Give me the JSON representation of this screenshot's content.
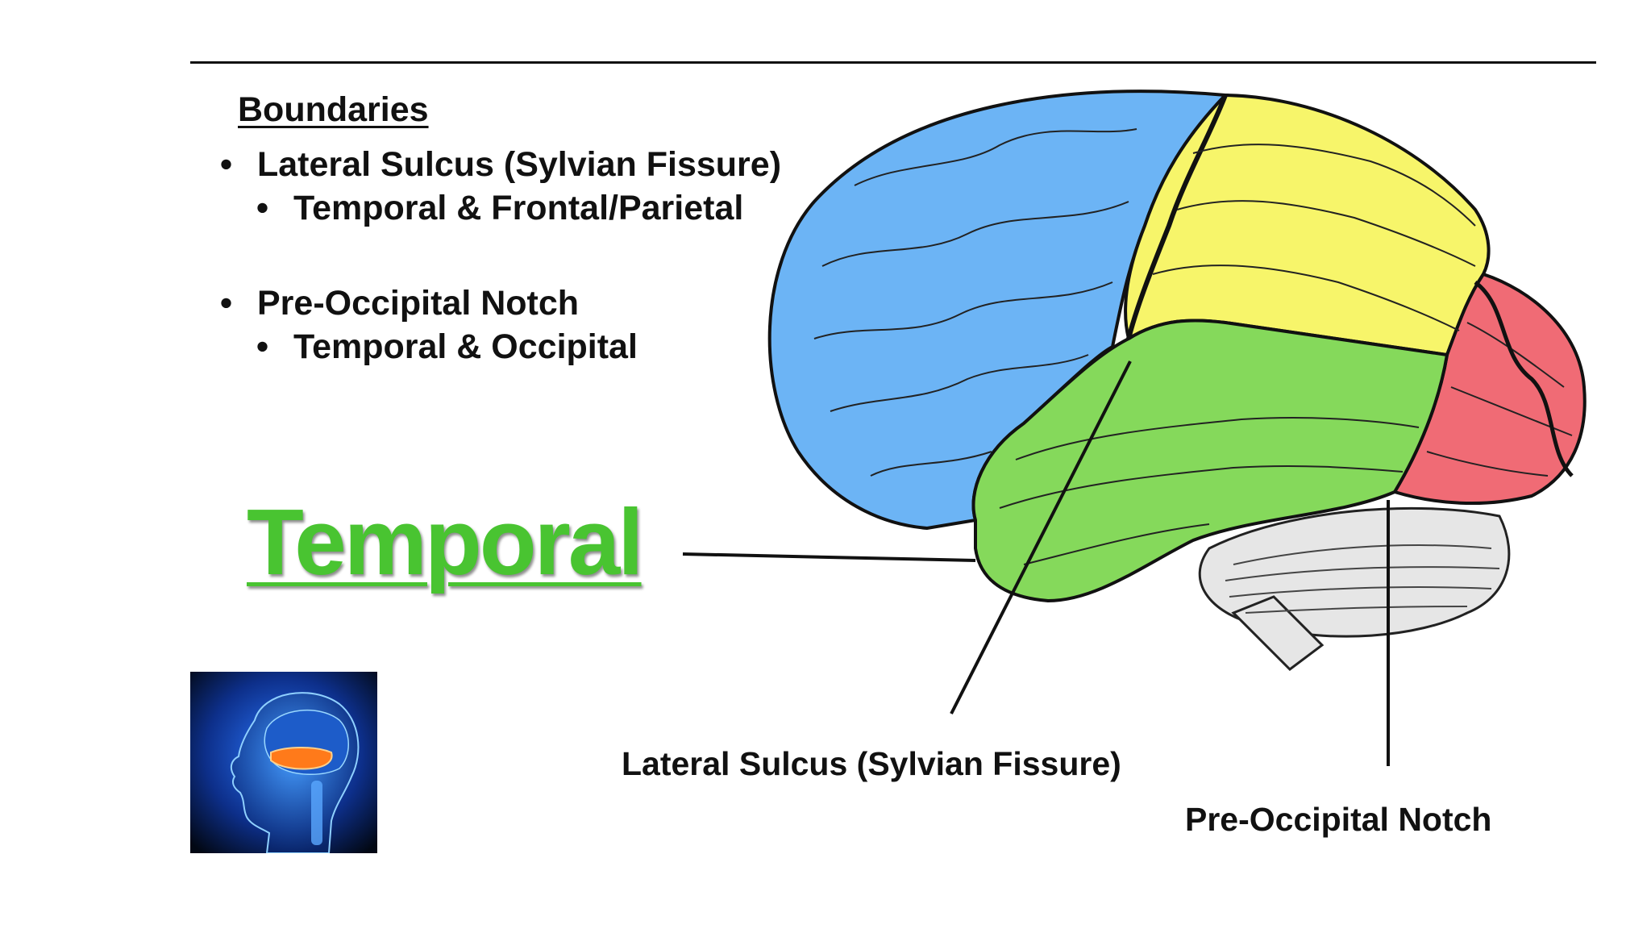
{
  "heading": "Boundaries",
  "bullets": [
    {
      "text": "Lateral Sulcus (Sylvian Fissure)",
      "sub": "Temporal & Frontal/Parietal"
    },
    {
      "text": "Pre-Occipital Notch",
      "sub": "Temporal & Occipital"
    }
  ],
  "bullet_glyph": "•",
  "lobe_label": "Temporal",
  "callouts": {
    "lateral_sulcus": "Lateral Sulcus (Sylvian Fissure)",
    "preoccipital_notch": "Pre-Occipital Notch"
  },
  "colors": {
    "frontal": "#6cb4f5",
    "parietal": "#f7f56a",
    "temporal": "#85d95b",
    "occipital": "#f06b75",
    "cerebellum": "#e6e6e6",
    "label_green": "#49c431"
  },
  "thumbnail": {
    "icon": "brain-temporal-lobe-head-icon"
  }
}
